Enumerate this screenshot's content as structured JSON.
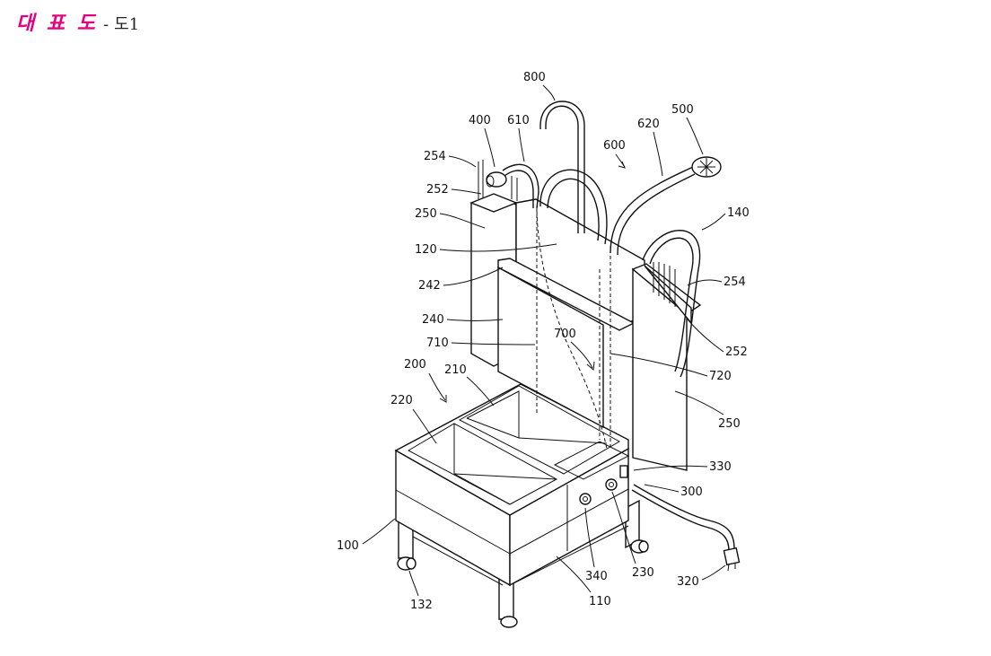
{
  "header": {
    "title": "대 표 도",
    "separator": "-",
    "figure": "도1"
  },
  "labels": {
    "l800": "800",
    "l400": "400",
    "l610": "610",
    "l500": "500",
    "l620": "620",
    "l600": "600",
    "l254a": "254",
    "l252a": "252",
    "l250a": "250",
    "l140": "140",
    "l120": "120",
    "l242": "242",
    "l254b": "254",
    "l240": "240",
    "l710": "710",
    "l700": "700",
    "l252b": "252",
    "l200": "200",
    "l210": "210",
    "l720": "720",
    "l220": "220",
    "l250b": "250",
    "l330": "330",
    "l300": "300",
    "l100": "100",
    "l340": "340",
    "l230": "230",
    "l320": "320",
    "l132": "132",
    "l110": "110"
  }
}
